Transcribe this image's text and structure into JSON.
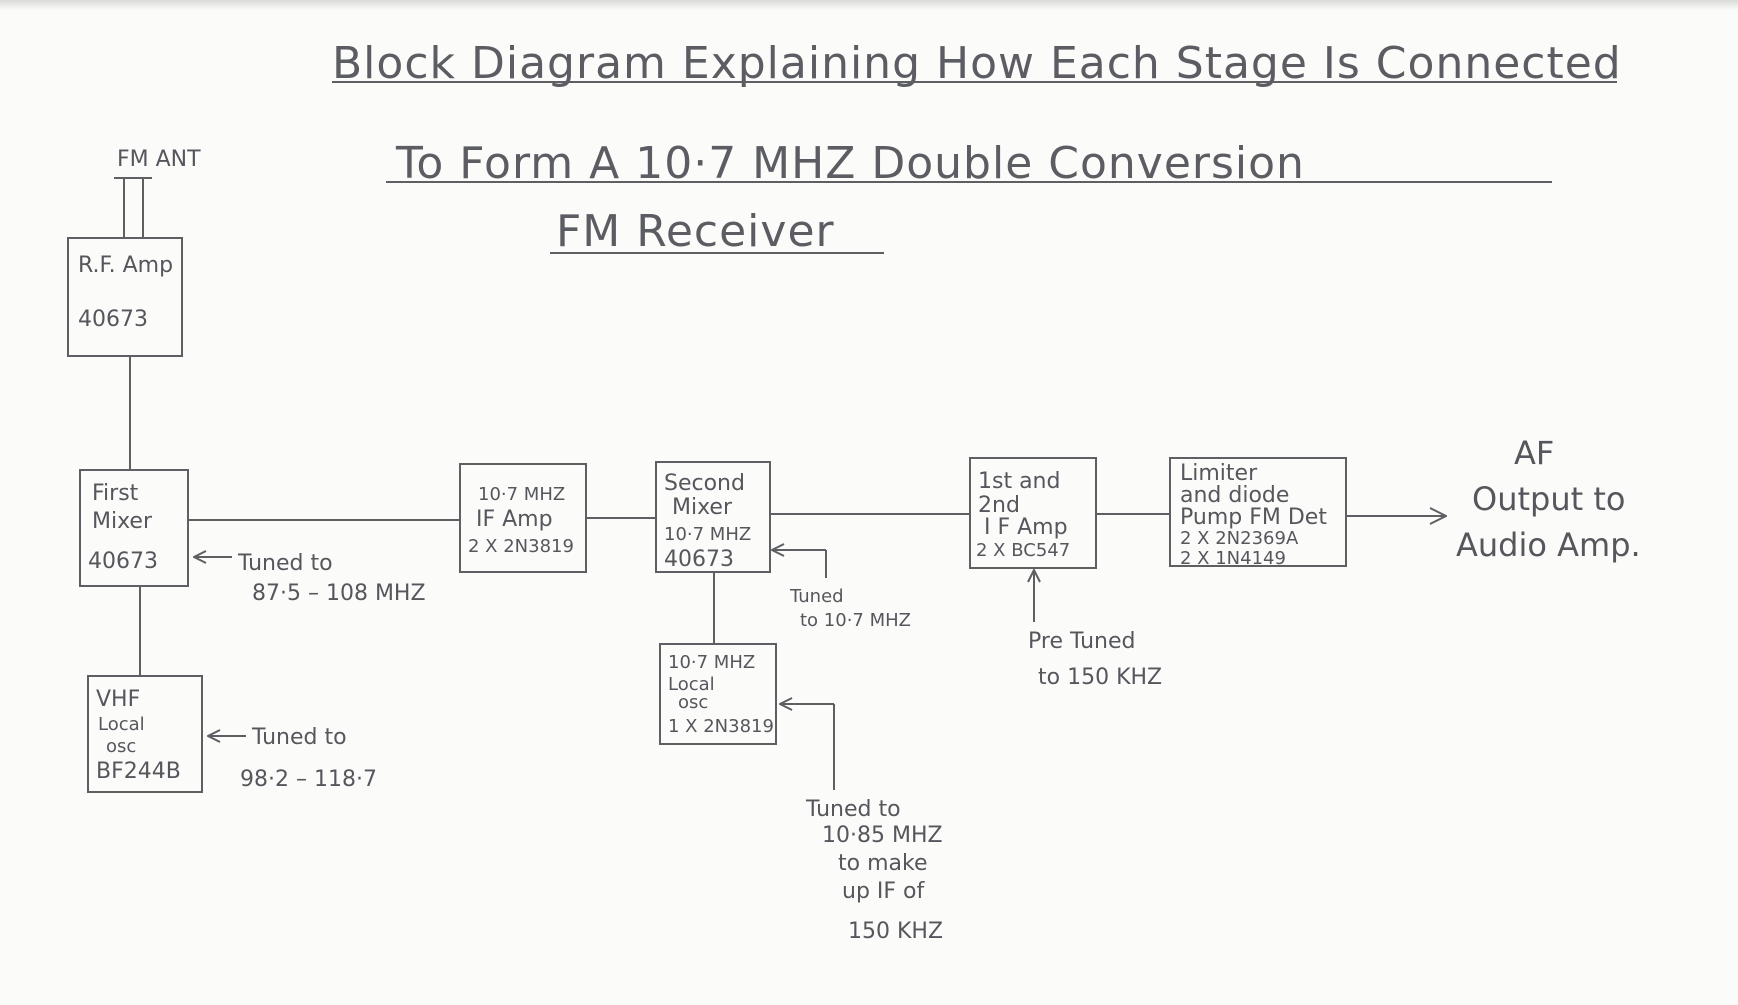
{
  "title": {
    "line1": "Block Diagram Explaining How Each Stage Is Connected",
    "line2": "To Form A 10·7 MHZ Double Conversion",
    "line3": "FM Receiver"
  },
  "antenna_label": "FM ANT",
  "blocks": {
    "rf_amp": [
      "R.F. Amp",
      "40673"
    ],
    "first_mixer": [
      "First",
      "Mixer",
      "40673"
    ],
    "vhf_osc": [
      "VHF",
      "Local",
      "osc",
      "BF244B"
    ],
    "if_amp_107": [
      "10·7 MHZ",
      "IF Amp",
      "2 X 2N3819"
    ],
    "second_mixer": [
      "Second",
      "Mixer",
      "10·7 MHZ",
      "40673"
    ],
    "local_osc_107": [
      "10·7 MHZ",
      "Local",
      "osc",
      "1 X 2N3819"
    ],
    "if_amp_2nd": [
      "1st and",
      "2nd",
      "I F Amp",
      "2 X BC547"
    ],
    "limiter": [
      "Limiter",
      "and diode",
      "Pump FM Det",
      "2 X 2N2369A",
      "2 X 1N4149"
    ]
  },
  "annotations": {
    "mixer_tune": [
      "Tuned to",
      "87·5 – 108 MHZ"
    ],
    "vhf_tune": [
      "Tuned to",
      "98·2 – 118·7"
    ],
    "second_mixer_tune": [
      "Tuned",
      "to 10·7 MHZ"
    ],
    "local_osc_tune": [
      "Tuned to",
      "10·85 MHZ",
      "to make",
      "up IF of",
      "150 KHZ"
    ],
    "if_pretune": [
      "Pre Tuned",
      "to 150 KHZ"
    ],
    "output": [
      "AF",
      "Output to",
      "Audio Amp."
    ]
  }
}
